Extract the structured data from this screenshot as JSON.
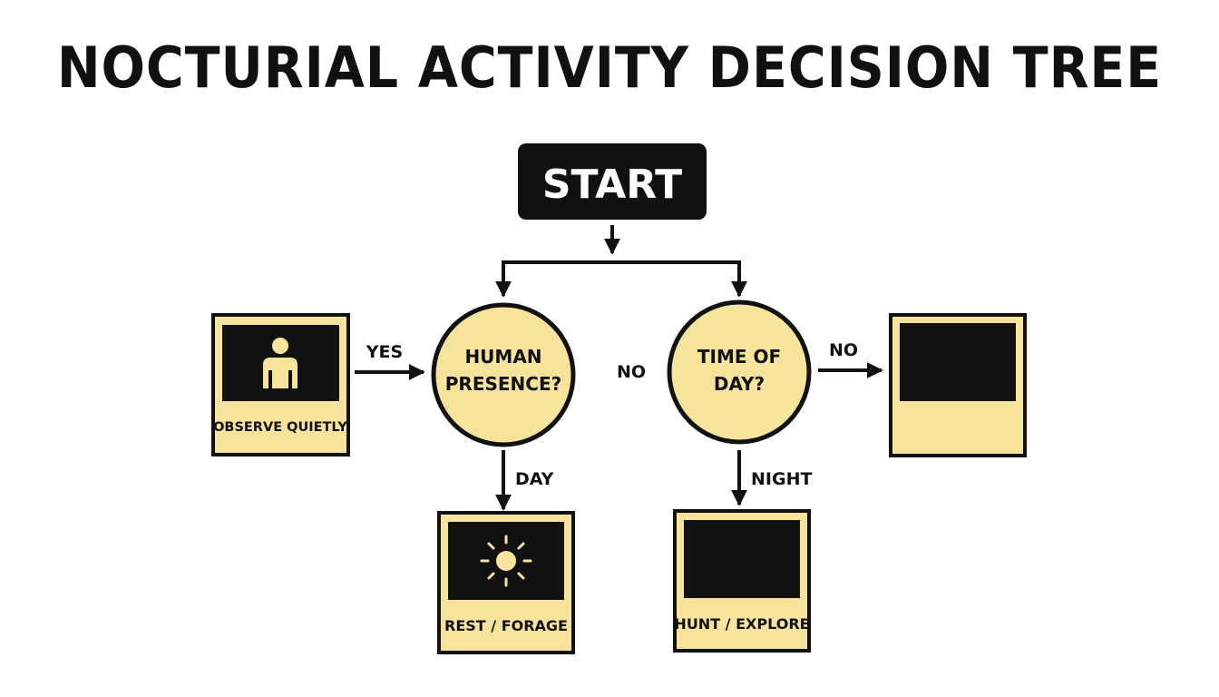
{
  "title": "NOCTURIAL ACTIVITY DECISION TREE",
  "colors": {
    "ink": "#111111",
    "accent": "#F7E49C",
    "background": "#FFFFFF"
  },
  "start": {
    "label": "START"
  },
  "decisions": {
    "human_presence": {
      "line1": "HUMAN",
      "line2": "PRESENCE?"
    },
    "time_of_day": {
      "line1": "TIME OF",
      "line2": "DAY?"
    }
  },
  "edges": {
    "yes": "YES",
    "no_middle": "NO",
    "no_right": "NO",
    "day": "DAY",
    "night": "NIGHT"
  },
  "outcomes": {
    "observe": {
      "label": "OBSERVE QUIETLY",
      "icon": "person-icon"
    },
    "rest": {
      "label": "REST / FORAGE",
      "icon": "sun-icon"
    },
    "hunt": {
      "label": "HUNT / EXPLORE",
      "icon": "moon-icon"
    },
    "unlabeled": {
      "label": "",
      "icon": "moon-icon"
    }
  }
}
